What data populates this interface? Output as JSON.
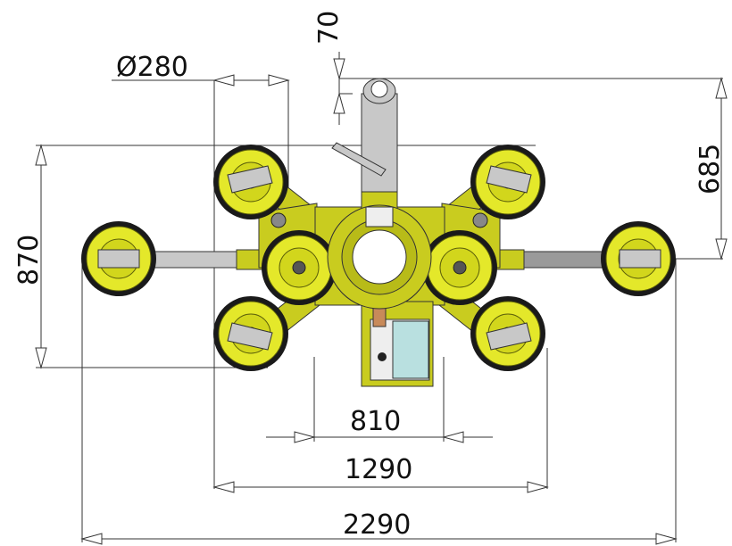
{
  "dimensions": {
    "d_cup": "Ø280",
    "d_top": "70",
    "d_right": "685",
    "d_left": "870",
    "d_810": "810",
    "d_1290": "1290",
    "d_2290": "2290"
  },
  "colors": {
    "frame": "#c9cc1f",
    "frame_dark": "#8f9214",
    "pad": "#e4e82a",
    "arm_grey": "#c8c8c8",
    "box": "#b9e0e0",
    "outline": "#333333"
  }
}
